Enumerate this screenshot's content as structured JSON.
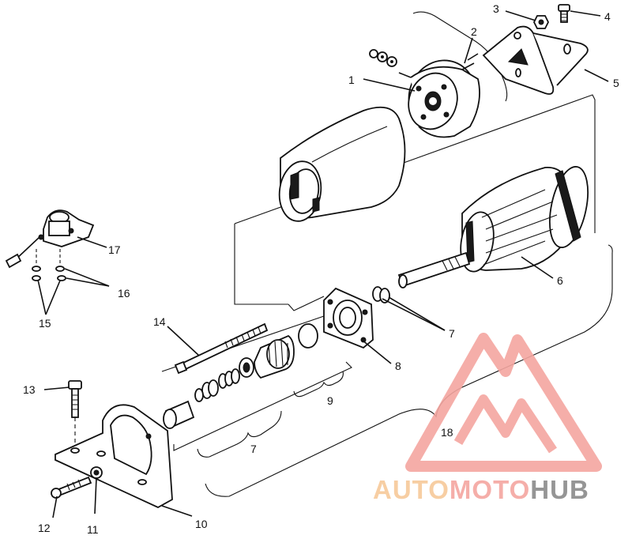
{
  "diagram": {
    "callouts": [
      {
        "id": "1",
        "text": "1"
      },
      {
        "id": "2",
        "text": "2"
      },
      {
        "id": "3",
        "text": "3"
      },
      {
        "id": "4",
        "text": "4"
      },
      {
        "id": "5",
        "text": "5"
      },
      {
        "id": "6",
        "text": "6"
      },
      {
        "id": "7a",
        "text": "7"
      },
      {
        "id": "7b",
        "text": "7"
      },
      {
        "id": "8",
        "text": "8"
      },
      {
        "id": "9",
        "text": "9"
      },
      {
        "id": "10",
        "text": "10"
      },
      {
        "id": "11",
        "text": "11"
      },
      {
        "id": "12",
        "text": "12"
      },
      {
        "id": "13",
        "text": "13"
      },
      {
        "id": "14",
        "text": "14"
      },
      {
        "id": "15",
        "text": "15"
      },
      {
        "id": "16",
        "text": "16"
      },
      {
        "id": "17",
        "text": "17"
      },
      {
        "id": "18",
        "text": "18"
      }
    ]
  },
  "watermark": {
    "part1": "AUTO",
    "part2": "MOTO",
    "part3": "HUB",
    "color_primary": "#f4a6a0",
    "color_secondary": "#f7c99a",
    "color_dark": "#8a8a8a"
  }
}
